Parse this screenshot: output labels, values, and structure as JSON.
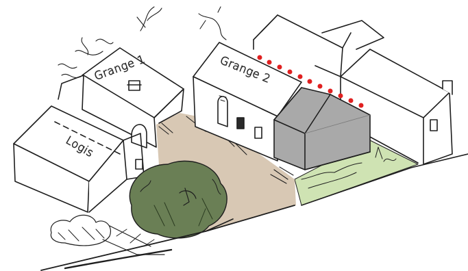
{
  "labels": {
    "grange1": "Grange 1",
    "grange2": "Grange 2",
    "logis": "Logis"
  },
  "colors": {
    "ink": "#1e1e1e",
    "courtyard": "#d8c8b4",
    "new_building_front": "#a9a9a9",
    "new_building_side": "#9a9a9a",
    "garden": "#cfe3b3",
    "tree": "#6a7f55",
    "highlight_dots": "#e02020"
  },
  "highlight_dot_count": 11
}
